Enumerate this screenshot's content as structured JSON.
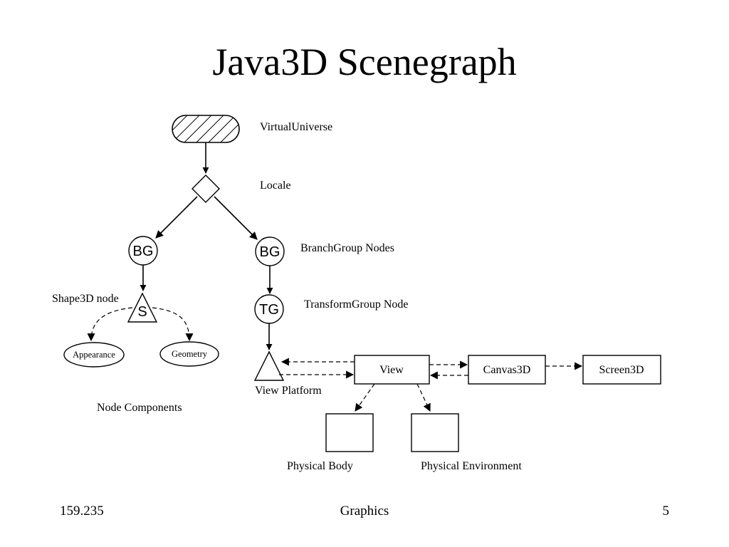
{
  "slide": {
    "title": "Java3D Scenegraph"
  },
  "diagram": {
    "labels": {
      "virtual_universe": "VirtualUniverse",
      "locale": "Locale",
      "branchgroup_nodes": "BranchGroup Nodes",
      "transformgroup_node": "TransformGroup Node",
      "shape3d_node": "Shape3D node",
      "node_components": "Node Components",
      "view_platform": "View Platform",
      "physical_body": "Physical Body",
      "physical_environment": "Physical Environment"
    },
    "nodes": {
      "bg_left": "BG",
      "bg_right": "BG",
      "tg": "TG",
      "shape": "S",
      "appearance": "Appearance",
      "geometry": "Geometry",
      "view": "View",
      "canvas3d": "Canvas3D",
      "screen3d": "Screen3D"
    }
  },
  "footer": {
    "left": "159.235",
    "center": "Graphics",
    "right": "5"
  }
}
